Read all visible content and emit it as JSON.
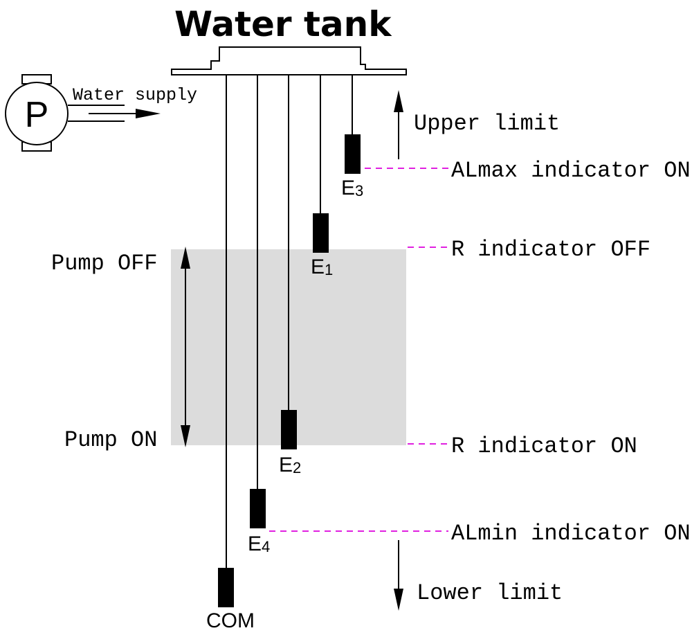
{
  "title": "Water tank",
  "pump": {
    "symbol": "P",
    "supply_label": "Water supply"
  },
  "levels": {
    "upper_limit": "Upper limit",
    "lower_limit": "Lower limit",
    "pump_off": "Pump OFF",
    "pump_on": "Pump ON"
  },
  "indicators": {
    "almax_on": "ALmax indicator ON",
    "r_off": "R indicator OFF",
    "r_on": "R indicator ON",
    "almin_on": "ALmin indicator ON"
  },
  "electrodes": {
    "e3": {
      "letter": "E",
      "sub": "3"
    },
    "e1": {
      "letter": "E",
      "sub": "1"
    },
    "e2": {
      "letter": "E",
      "sub": "2"
    },
    "e4": {
      "letter": "E",
      "sub": "4"
    },
    "com": "COM"
  },
  "colors": {
    "line": "#000000",
    "dash": "#e020e0",
    "band": "#dcdcdc"
  }
}
